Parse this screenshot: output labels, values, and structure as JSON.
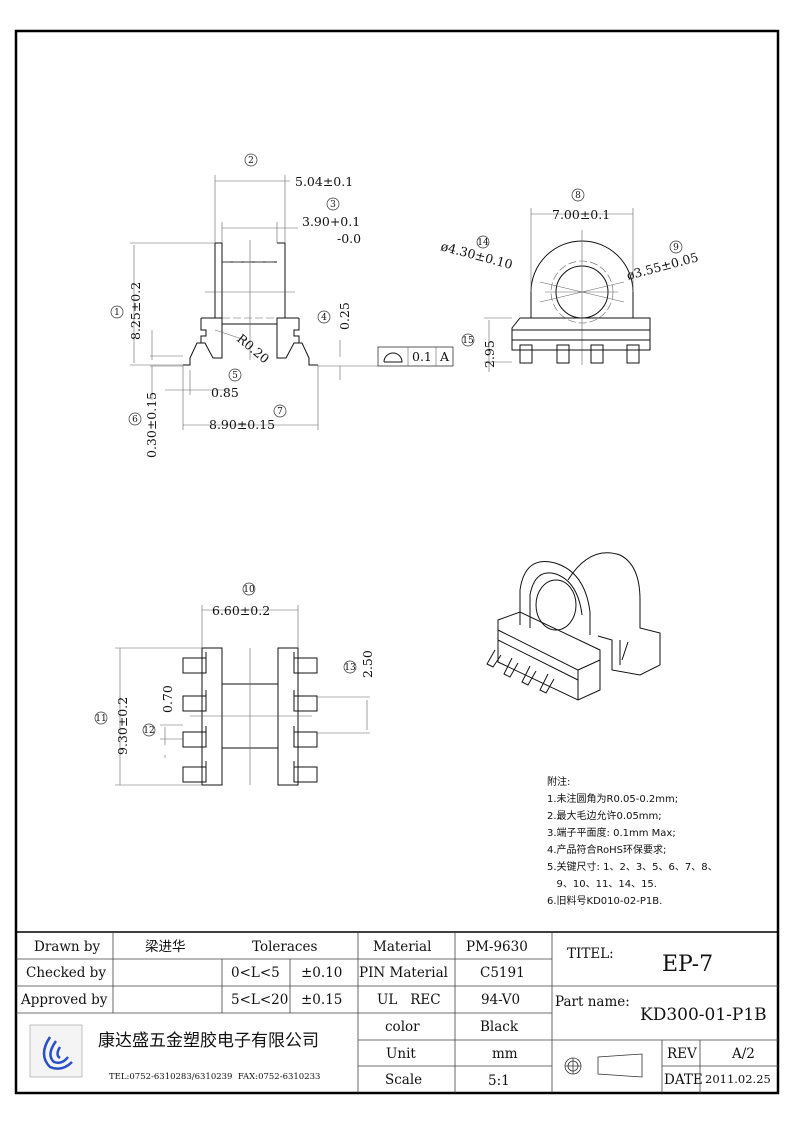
{
  "dimensions": {
    "d1": {
      "num": "1",
      "text": "8.25±0.2"
    },
    "d2": {
      "num": "2",
      "text": "5.04±0.1"
    },
    "d3": {
      "num": "3",
      "text": "3.90+0.1",
      "text2": "-0.0"
    },
    "d4": {
      "num": "4",
      "text": "0.25"
    },
    "d5": {
      "num": "5",
      "text": "0.85"
    },
    "d6": {
      "num": "6",
      "text": "0.30±0.15"
    },
    "d7": {
      "num": "7",
      "text": "8.90±0.15"
    },
    "d8": {
      "num": "8",
      "text": "7.00±0.1"
    },
    "d9": {
      "num": "9",
      "text": "ø3.55±0.05"
    },
    "d10": {
      "num": "10",
      "text": "6.60±0.2"
    },
    "d11": {
      "num": "11",
      "text": "9.30±0.2"
    },
    "d12": {
      "num": "12",
      "text": "0.70"
    },
    "d13": {
      "num": "13",
      "text": "2.50"
    },
    "d14": {
      "num": "14",
      "text": "ø4.30±0.10"
    },
    "d15": {
      "num": "15",
      "text": "2.95"
    },
    "radius": "R0.20",
    "flatness": {
      "value": "0.1",
      "datum": "A"
    }
  },
  "notes": {
    "title": "附注:",
    "items": [
      "1.未注圆角为R0.05-0.2mm;",
      "2.最大毛边允许0.05mm;",
      "3.端子平面度: 0.1mm Max;",
      "4.产品符合RoHS环保要求;",
      "5.关键尺寸: 1、2、3、5、6、7、8、",
      "   9、10、11、14、15.",
      "6.旧料号KD010-02-P1B."
    ]
  },
  "title_block": {
    "drawn_by_label": "Drawn by",
    "drawn_by": "梁进华",
    "checked_by_label": "Checked by",
    "approved_by_label": "Approved by",
    "tolerances_label": "Toleraces",
    "tol_rows": [
      {
        "range": "0<L<5",
        "tol": "±0.10"
      },
      {
        "range": "5<L<20",
        "tol": "±0.15"
      }
    ],
    "material_label": "Material",
    "material": "PM-9630",
    "pin_material_label": "PIN Material",
    "pin_material": "C5191",
    "ul_label": "UL   REC",
    "ul": "94-V0",
    "color_label": "color",
    "color": "Black",
    "unit_label": "Unit",
    "unit": "mm",
    "scale_label": "Scale",
    "scale": "5:1",
    "company": "康达盛五金塑胶电子有限公司",
    "contact": "TEL:0752-6310283/6310239  FAX:0752-6310233",
    "title_label": "TITEL:",
    "title": "EP-7",
    "part_name_label": "Part name:",
    "part_name": "KD300-01-P1B",
    "rev_label": "REV",
    "rev": "A/2",
    "date_label": "DATE",
    "date": "2011.02.25",
    "logo_color": "#2a4fc8"
  }
}
